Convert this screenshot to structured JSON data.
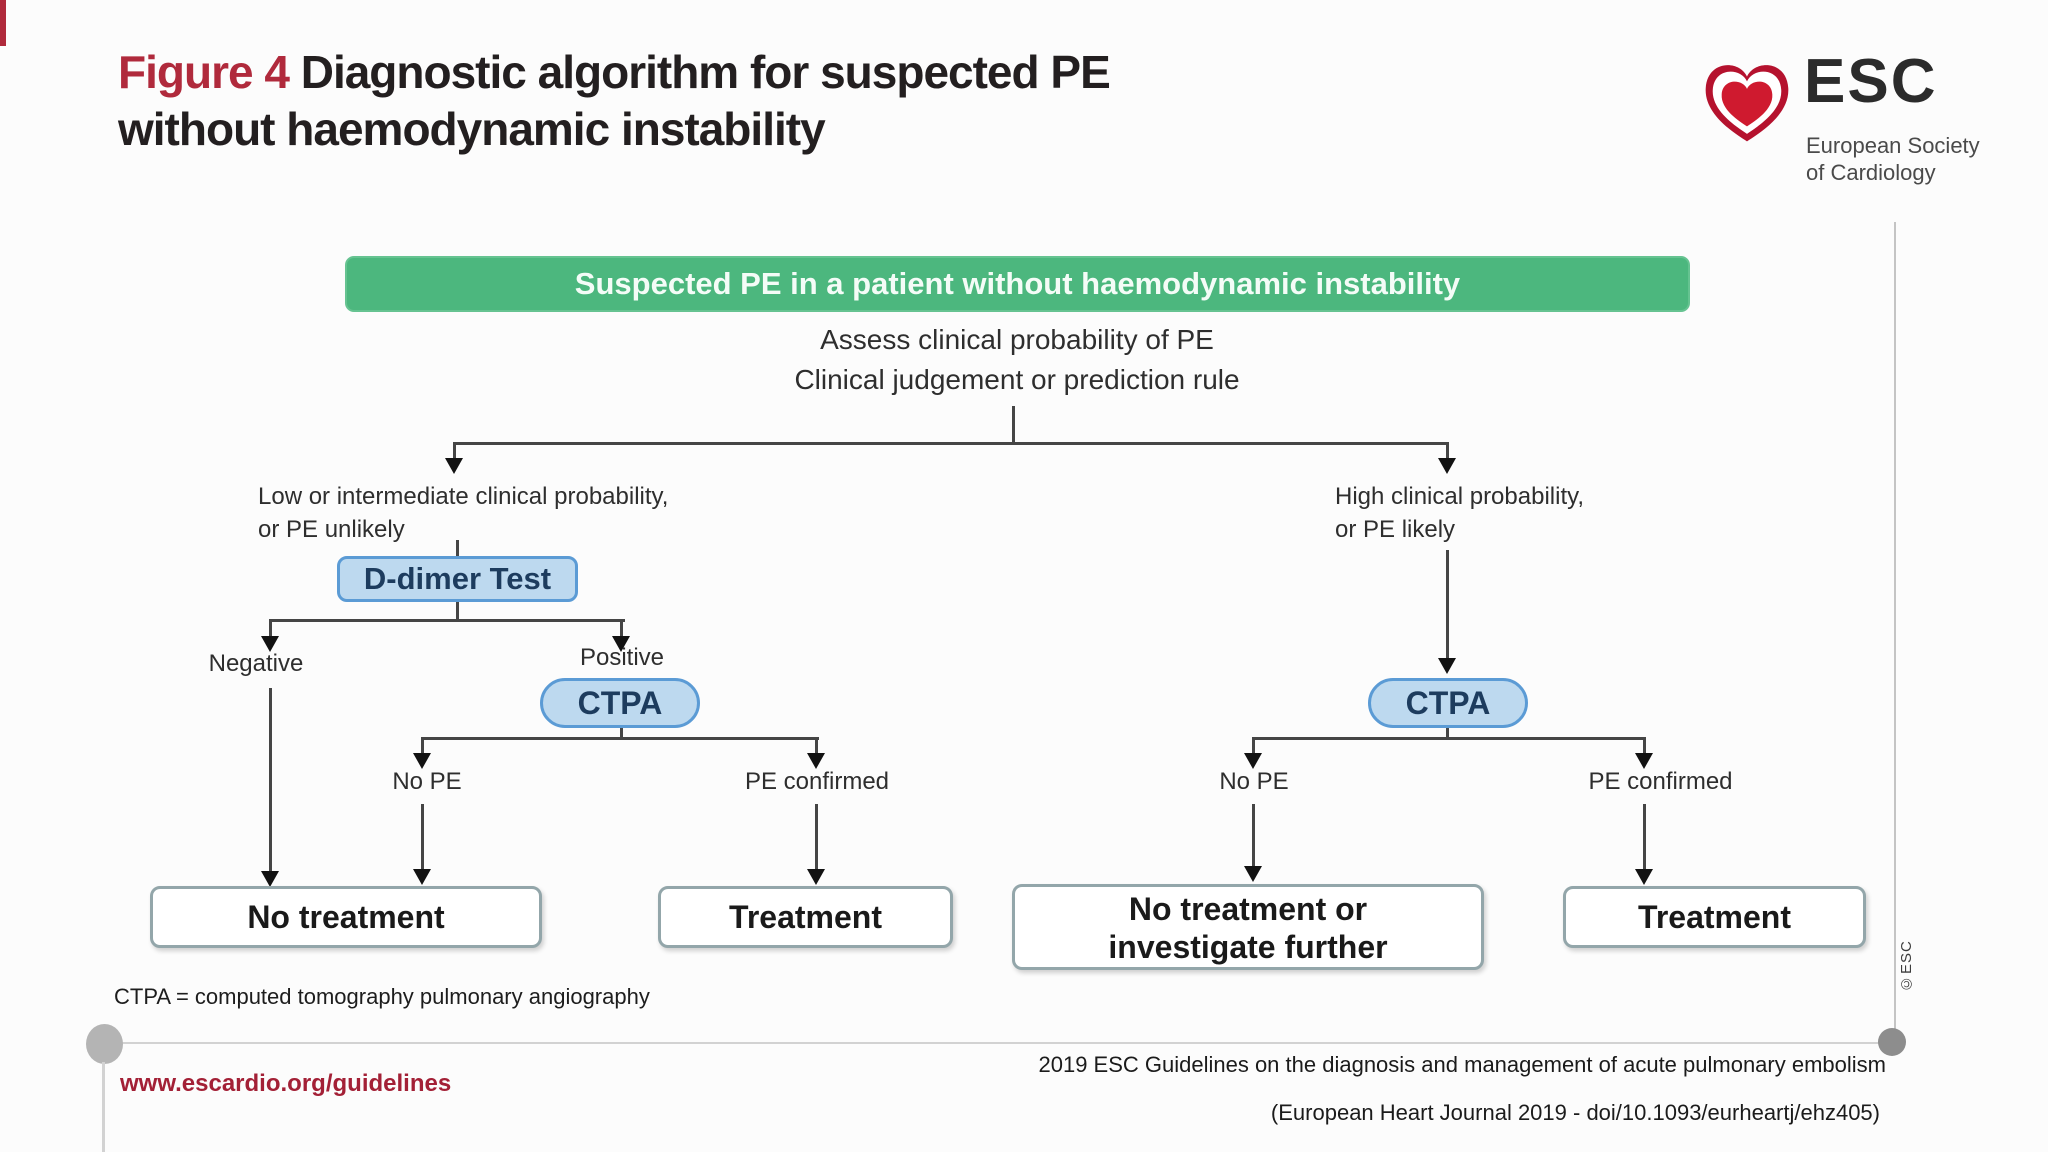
{
  "header": {
    "figure_label": "Figure 4",
    "title_rest_line1": " Diagnostic algorithm for suspected PE",
    "title_line2": "without haemodynamic instability",
    "logo": {
      "acronym": "ESC",
      "subtitle_line1": "European Society",
      "subtitle_line2": "of Cardiology",
      "icon": "esc-heart-icon"
    }
  },
  "flowchart": {
    "root_banner": "Suspected PE in a patient without haemodynamic instability",
    "assess_line1": "Assess clinical probability of PE",
    "assess_line2": "Clinical judgement or prediction rule",
    "left": {
      "condition_line1": "Low or intermediate clinical probability,",
      "condition_line2": "or PE unlikely",
      "test_node": "D-dimer Test",
      "result_negative": "Negative",
      "result_positive": "Positive",
      "imaging_node": "CTPA",
      "finding_no_pe": "No PE",
      "finding_pe_confirmed": "PE confirmed",
      "outcome_no_treatment": "No treatment",
      "outcome_treatment": "Treatment"
    },
    "right": {
      "condition_line1": "High clinical probability,",
      "condition_line2": "or PE likely",
      "imaging_node": "CTPA",
      "finding_no_pe": "No PE",
      "finding_pe_confirmed": "PE confirmed",
      "outcome_no_treatment_line1": "No treatment or",
      "outcome_no_treatment_line2": "investigate further",
      "outcome_treatment": "Treatment"
    },
    "footnote": "CTPA = computed tomography pulmonary angiography",
    "copyright_vertical": "©ESC"
  },
  "footer": {
    "website": "www.escardio.org/guidelines",
    "citation_line1": "2019 ESC Guidelines on the diagnosis and management of acute pulmonary embolism",
    "citation_line2": "(European Heart Journal 2019 - doi/10.1093/eurheartj/ehz405)"
  },
  "colors": {
    "figure_label": "#b02a3c",
    "banner_green": "#4cb77e",
    "node_fill_blue": "#bdd9ef",
    "node_border_blue": "#5b9bd5",
    "outcome_box_border": "#93a6aa",
    "link_red": "#a32036",
    "esc_heart_red": "#c41230"
  }
}
